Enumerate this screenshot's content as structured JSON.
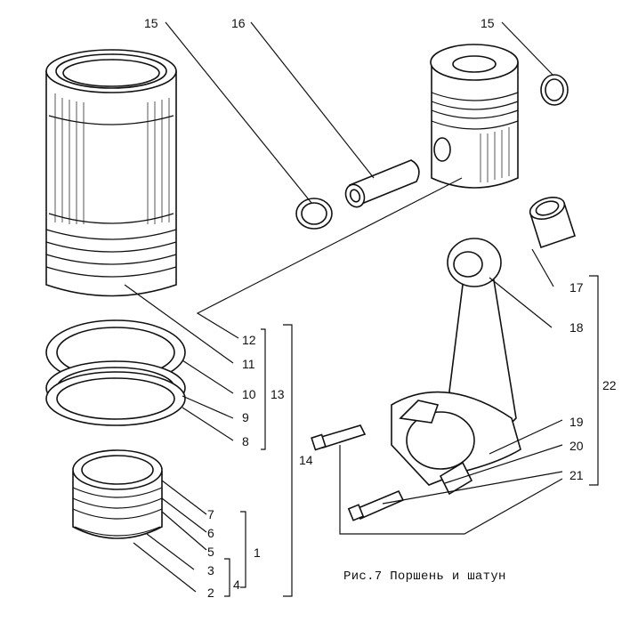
{
  "caption": "Рис.7 Поршень и шатун",
  "callouts": {
    "c15a": "15",
    "c16": "16",
    "c15b": "15",
    "c17": "17",
    "c18": "18",
    "c22": "22",
    "c12": "12",
    "c11": "11",
    "c10": "10",
    "c13": "13",
    "c9": "9",
    "c8": "8",
    "c14": "14",
    "c19": "19",
    "c20": "20",
    "c21": "21",
    "c7": "7",
    "c6": "6",
    "c5": "5",
    "c1": "1",
    "c3": "3",
    "c4": "4",
    "c2": "2"
  }
}
